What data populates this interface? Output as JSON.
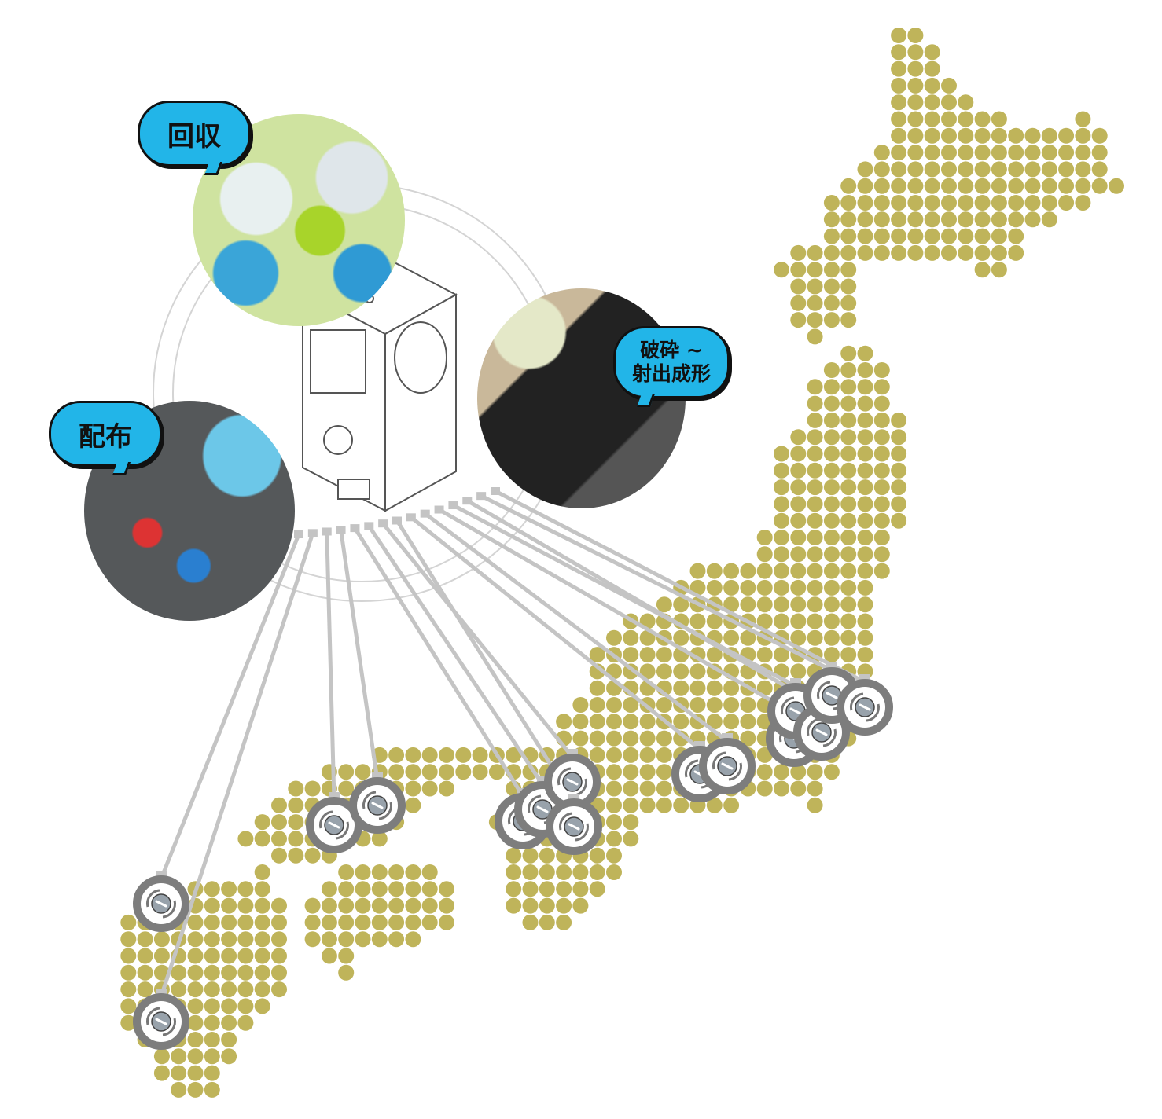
{
  "labels": {
    "collect": "回収",
    "crush_mold_line1": "破砕 ~",
    "crush_mold_line2": "射出成形",
    "distribute": "配布"
  },
  "colors": {
    "map_dot": "#bfb45a",
    "bubble": "#22b5e8",
    "marker_ring": "#7d7d7d",
    "connector": "#c4c4c4"
  },
  "markers_count": 15
}
